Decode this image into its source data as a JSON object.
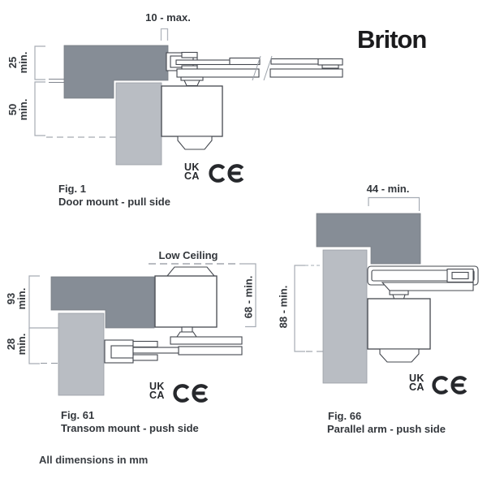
{
  "logo": {
    "text": "Briton"
  },
  "note": "All dimensions in mm",
  "marks": {
    "ukca_top": "UK",
    "ukca_bottom": "CA",
    "ce": "CE"
  },
  "colors": {
    "frame": "#868d96",
    "door": "#b9bdc3",
    "outline": "#44484f",
    "dimension": "#a6acb4",
    "text": "#33373c",
    "logo": "#1b1b1d"
  },
  "figures": {
    "fig1": {
      "title": "Fig. 1",
      "subtitle": "Door mount - pull side",
      "dim_gap": "10 - max.",
      "dim_top_value": "25",
      "dim_top_unit": "min.",
      "dim_bottom_value": "50",
      "dim_bottom_unit": "min."
    },
    "fig61": {
      "title": "Fig. 61",
      "subtitle": "Transom mount - push side",
      "ceiling_label": "Low Ceiling",
      "dim_top_value": "93",
      "dim_top_unit": "min.",
      "dim_bottom_value": "28",
      "dim_bottom_unit": "min.",
      "dim_right": "68 - min."
    },
    "fig66": {
      "title": "Fig. 66",
      "subtitle": "Parallel arm - push side",
      "dim_width": "44 - min.",
      "dim_left": "88 - min."
    }
  }
}
